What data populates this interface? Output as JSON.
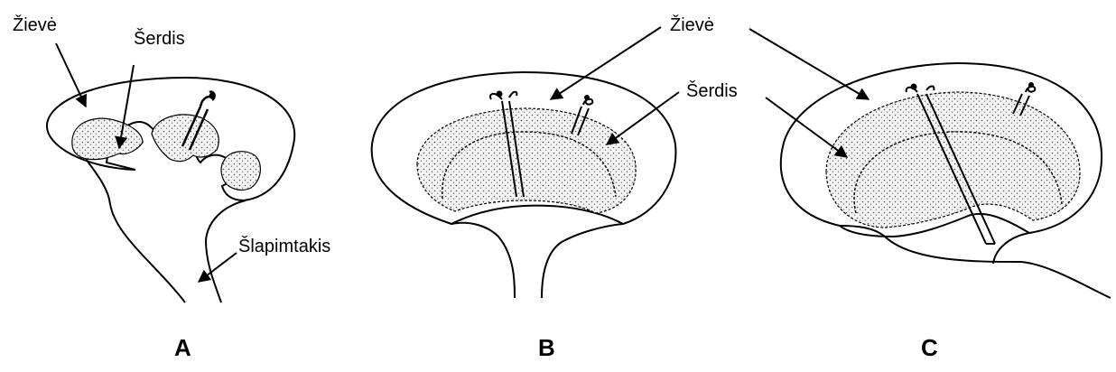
{
  "labels": {
    "a_cortex": "Žievė",
    "a_medulla": "Šerdis",
    "a_ureter": "Šlapimtakis",
    "bc_cortex": "Žievė",
    "bc_medulla": "Šerdis"
  },
  "panels": [
    "A",
    "B",
    "C"
  ],
  "colors": {
    "stroke": "#000000",
    "stipple": "#666666",
    "fill": "#ffffff"
  }
}
